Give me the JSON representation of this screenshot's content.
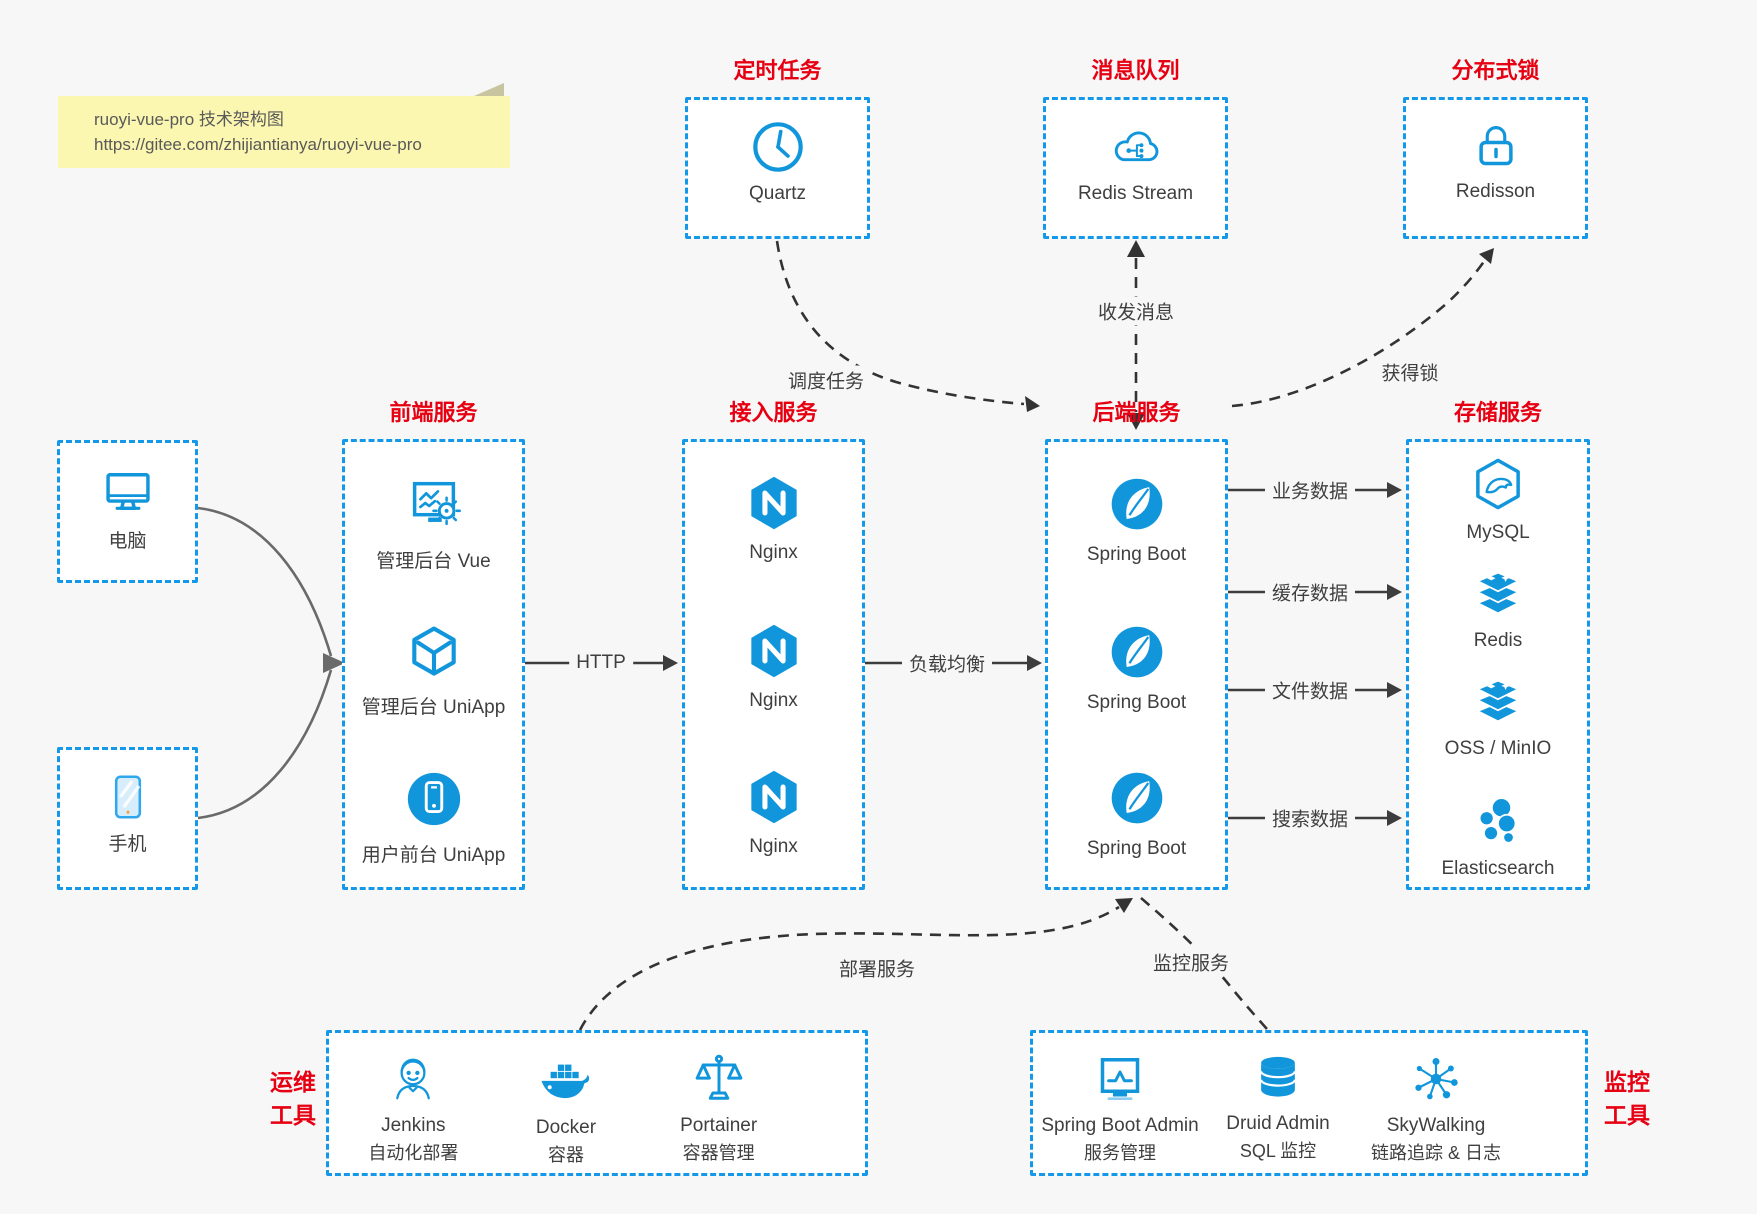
{
  "colors": {
    "accent_blue": "#1296db",
    "border_blue": "#1398ea",
    "title_red": "#e60012",
    "page_bg": "#f7f7f7",
    "box_bg": "#ffffff",
    "note_bg": "#fbf6b0",
    "line_dark": "#3d3d3d",
    "line_gray": "#6a6a6a"
  },
  "note": {
    "line1": "ruoyi-vue-pro 技术架构图",
    "line2": "https://gitee.com/zhijiantianya/ruoyi-vue-pro"
  },
  "top_services": [
    {
      "title": "定时任务",
      "item": {
        "icon": "clock-icon",
        "label": "Quartz"
      }
    },
    {
      "title": "消息队列",
      "item": {
        "icon": "cloud-stream-icon",
        "label": "Redis Stream"
      }
    },
    {
      "title": "分布式锁",
      "item": {
        "icon": "lock-icon",
        "label": "Redisson"
      }
    }
  ],
  "clients": [
    {
      "icon": "desktop-icon",
      "label": "电脑"
    },
    {
      "icon": "phone-icon",
      "label": "手机"
    }
  ],
  "service_columns": [
    {
      "title": "前端服务",
      "items": [
        {
          "icon": "admin-vue-icon",
          "label": "管理后台 Vue"
        },
        {
          "icon": "uniapp-cube-icon",
          "label": "管理后台 UniApp"
        },
        {
          "icon": "user-app-icon",
          "label": "用户前台 UniApp"
        }
      ]
    },
    {
      "title": "接入服务",
      "items": [
        {
          "icon": "nginx-icon",
          "label": "Nginx"
        },
        {
          "icon": "nginx-icon",
          "label": "Nginx"
        },
        {
          "icon": "nginx-icon",
          "label": "Nginx"
        }
      ]
    },
    {
      "title": "后端服务",
      "items": [
        {
          "icon": "spring-boot-icon",
          "label": "Spring Boot"
        },
        {
          "icon": "spring-boot-icon",
          "label": "Spring Boot"
        },
        {
          "icon": "spring-boot-icon",
          "label": "Spring Boot"
        }
      ]
    },
    {
      "title": "存储服务",
      "items": [
        {
          "icon": "mysql-icon",
          "label": "MySQL"
        },
        {
          "icon": "redis-icon",
          "label": "Redis"
        },
        {
          "icon": "oss-icon",
          "label": "OSS / MinIO"
        },
        {
          "icon": "elasticsearch-icon",
          "label": "Elasticsearch"
        }
      ]
    }
  ],
  "edge_labels": {
    "http": "HTTP",
    "load_balance": "负载均衡",
    "business_data": "业务数据",
    "cache_data": "缓存数据",
    "file_data": "文件数据",
    "search_data": "搜索数据",
    "schedule_task": "调度任务",
    "message": "收发消息",
    "acquire_lock": "获得锁",
    "deploy": "部署服务",
    "monitor": "监控服务"
  },
  "bottom_groups": [
    {
      "title_line1": "运维",
      "title_line2": "工具",
      "items": [
        {
          "icon": "jenkins-icon",
          "label": "Jenkins",
          "sub": "自动化部署"
        },
        {
          "icon": "docker-icon",
          "label": "Docker",
          "sub": "容器"
        },
        {
          "icon": "portainer-icon",
          "label": "Portainer",
          "sub": "容器管理"
        }
      ]
    },
    {
      "title_line1": "监控",
      "title_line2": "工具",
      "items": [
        {
          "icon": "spring-boot-admin-icon",
          "label": "Spring Boot Admin",
          "sub": "服务管理"
        },
        {
          "icon": "druid-icon",
          "label": "Druid Admin",
          "sub": "SQL 监控"
        },
        {
          "icon": "skywalking-icon",
          "label": "SkyWalking",
          "sub": "链路追踪 & 日志"
        }
      ]
    }
  ]
}
